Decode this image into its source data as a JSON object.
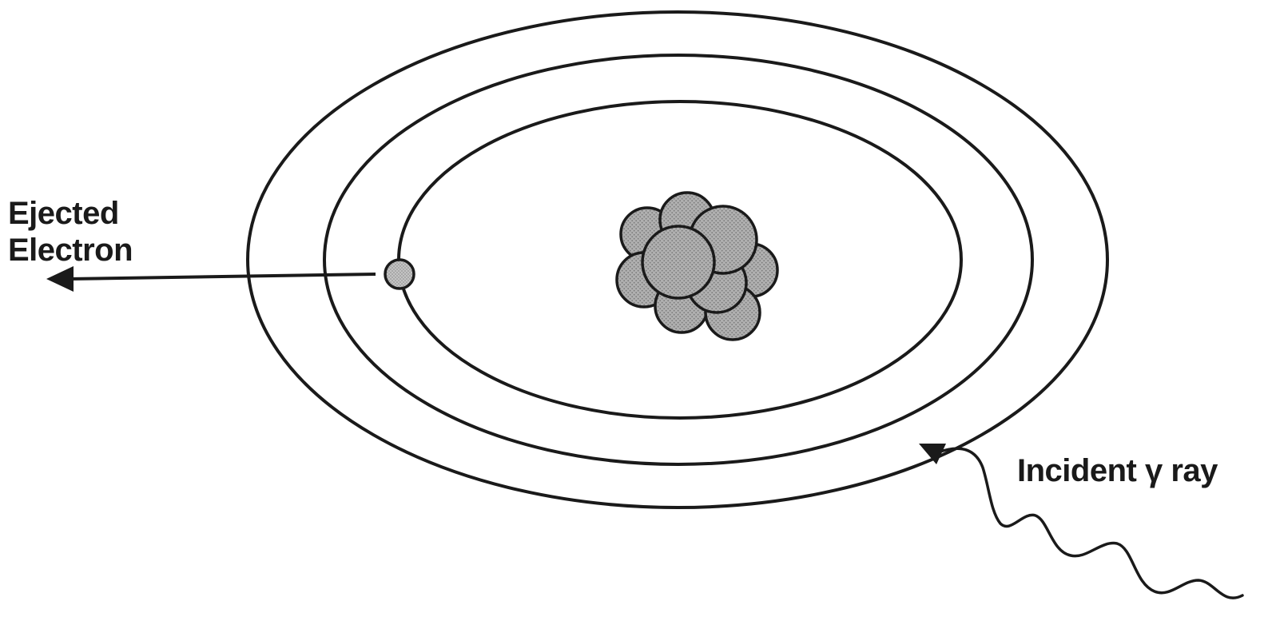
{
  "labels": {
    "ejected_line1": "Ejected",
    "ejected_line2": "Electron",
    "incident": "Incident γ ray"
  },
  "colors": {
    "ink": "#1a1a1a",
    "nucleon_fill": "#a9a9a9",
    "electron_fill": "#b8b8b8",
    "background": "#ffffff"
  }
}
